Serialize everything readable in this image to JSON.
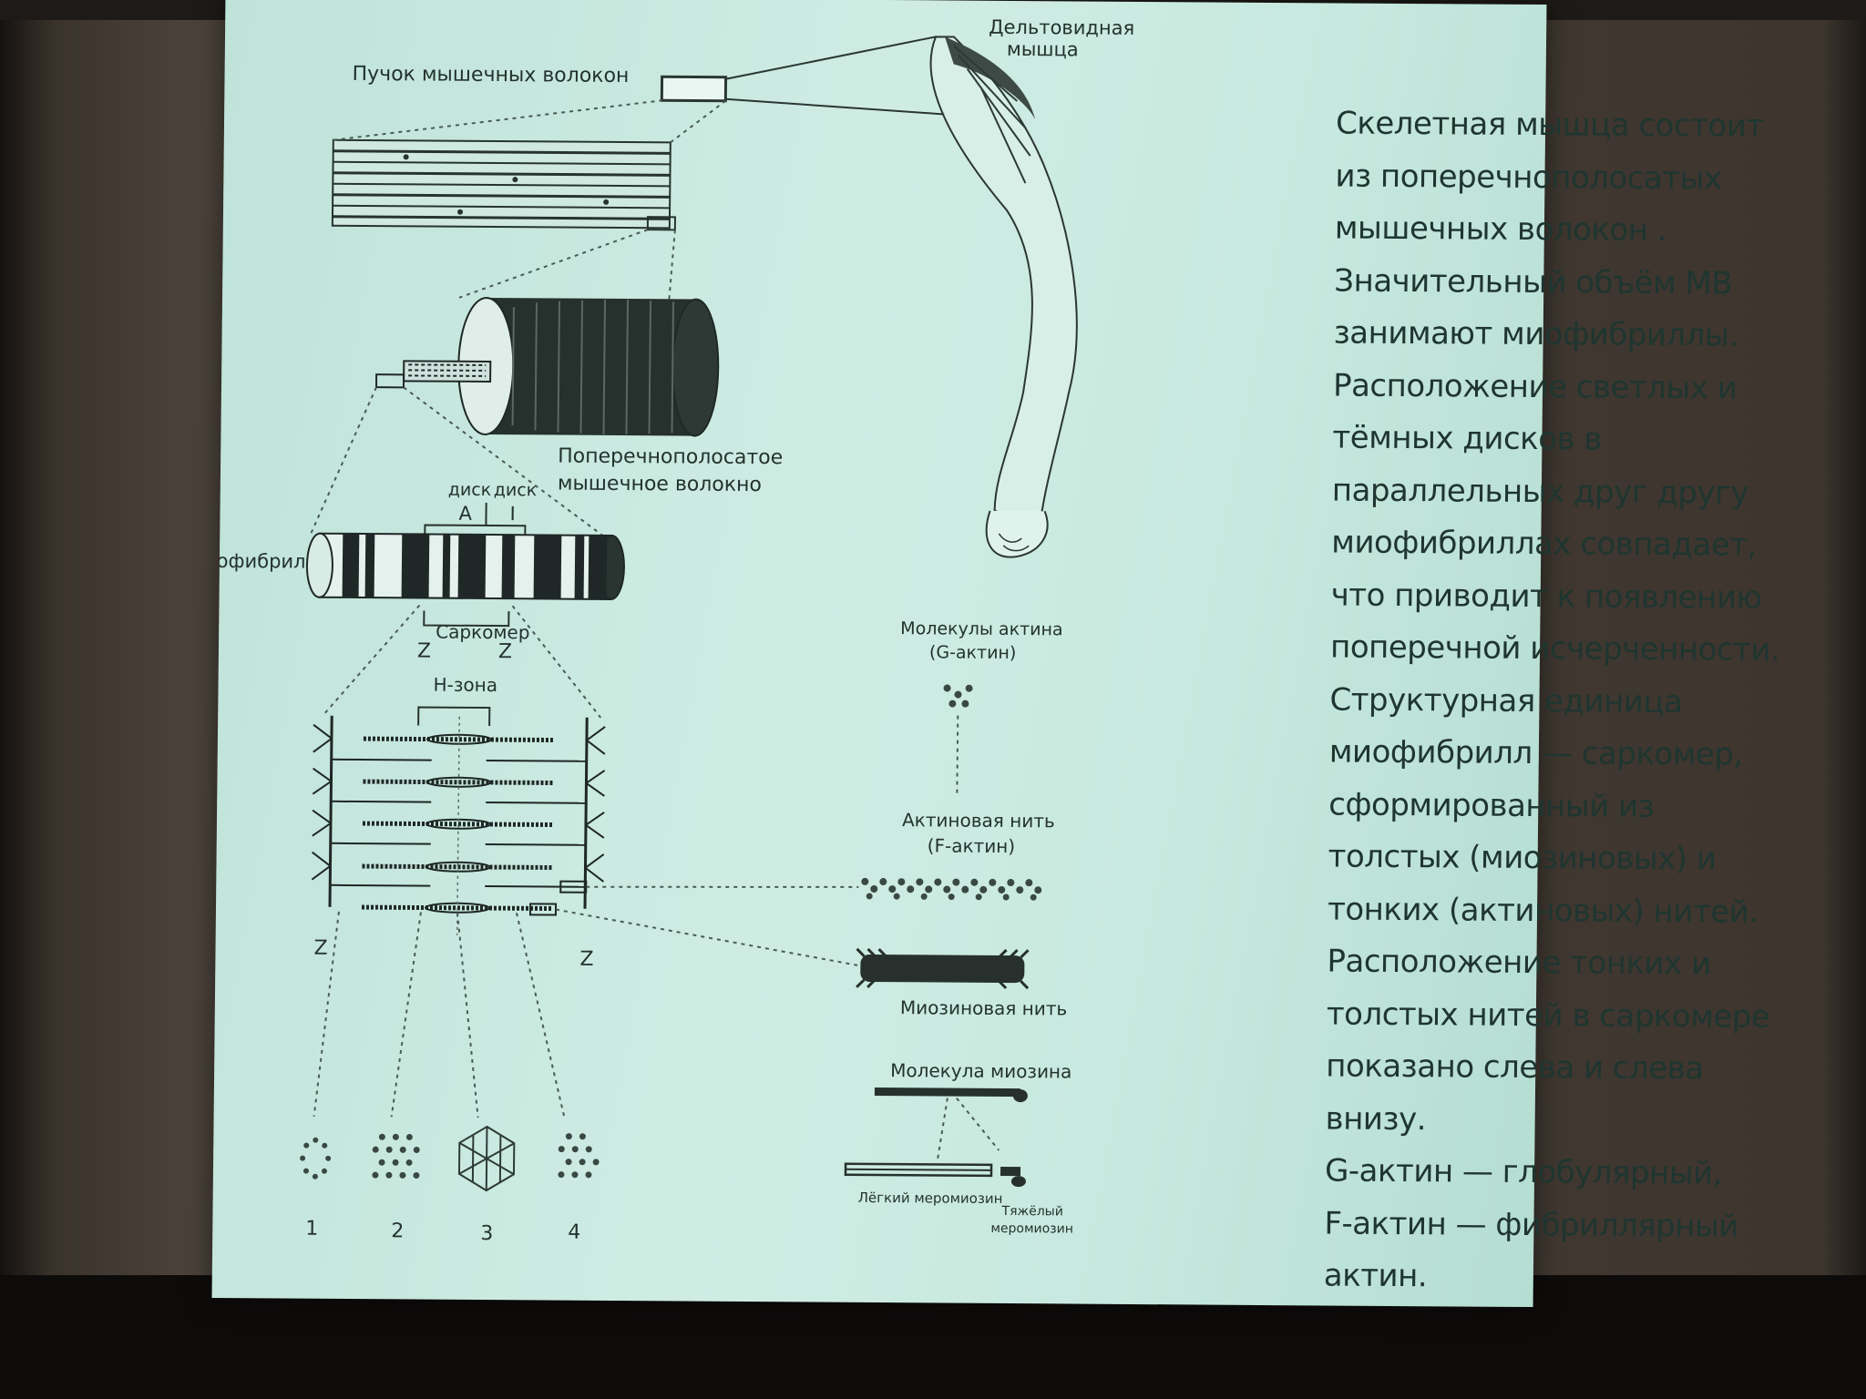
{
  "diagram": {
    "labels": {
      "deltoid_line1": "Дельтовидная",
      "deltoid_line2": "мышца",
      "fiber_bundle": "Пучок мышечных волокон",
      "striated_fiber_line1": "Поперечнополосатое",
      "striated_fiber_line2": "мышечное волокно",
      "disc_a_top": "диск",
      "disc_a": "А",
      "disc_i_top": "диск",
      "disc_i": "I",
      "myofibril": "Миофибрилла",
      "sarcomere": "Саркомер",
      "z": "Z",
      "h_zone": "Н-зона",
      "actin_molecules_line1": "Молекулы актина",
      "actin_molecules_line2": "(G-актин)",
      "actin_filament_line1": "Актиновая нить",
      "actin_filament_line2": "(F-актин)",
      "myosin_filament": "Миозиновая нить",
      "myosin_molecule": "Молекула миозина",
      "light_meromyosin": "Лёгкий меромиозин",
      "heavy_meromyosin_line1": "Тяжёлый",
      "heavy_meromyosin_line2": "меромиозин",
      "cross_1": "1",
      "cross_2": "2",
      "cross_3": "3",
      "cross_4": "4"
    }
  },
  "text_lines": [
    "Скелетная мышца состоит",
    "из поперечнополосатых",
    "мышечных волокон .",
    "Значительный объём МВ",
    "занимают миофибриллы.",
    "Расположение светлых и",
    "тёмных дисков в",
    "параллельных друг другу",
    "миофибриллах совпадает,",
    "что приводит к появлению",
    "поперечной исчерченности.",
    "Структурная единица",
    "миофибрилл — саркомер,",
    "сформированный из",
    "толстых (миозиновых) и",
    "тонких (актиновых) нитей.",
    "Расположение тонких и",
    "толстых нитей в саркомере",
    "показано слева и слева",
    "внизу.",
    "G-актин — глобулярный,",
    "F-актин — фибриллярный",
    "актин."
  ]
}
